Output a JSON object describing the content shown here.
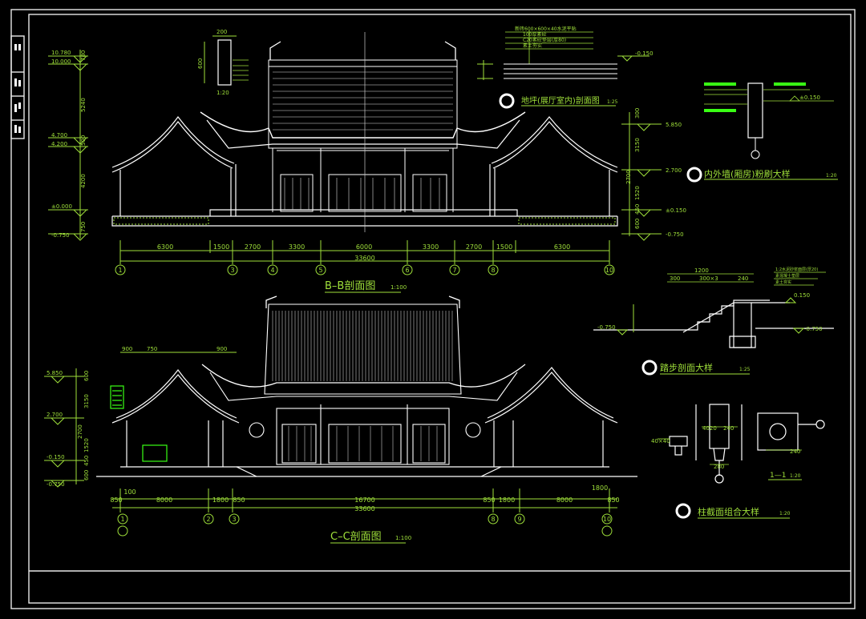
{
  "colors": {
    "background": "#000000",
    "frame": "#e8e8e8",
    "dimension": "#9fe03a",
    "bright_green": "#39ff14",
    "structure": "#ffffff"
  },
  "section_bb": {
    "title": "B–B剖面图",
    "scale": "1:100",
    "elevations_left": [
      "10.780",
      "10.000",
      "4.700",
      "4.200",
      "±0.000",
      "-0.750"
    ],
    "elevations_left_dims": [
      "780",
      "5240",
      "500",
      "4200",
      "750"
    ],
    "elevations_right": [
      "5.850",
      "2.700",
      "±0.150",
      "-0.750"
    ],
    "elevations_right_dims": [
      "300",
      "3150",
      "1520",
      "450",
      "600",
      "2700"
    ],
    "dims": [
      "6300",
      "1500",
      "2700",
      "3300",
      "6000",
      "3300",
      "2700",
      "1500",
      "6300"
    ],
    "total": "33600",
    "axes": [
      "1",
      "3",
      "4",
      "5",
      "6",
      "7",
      "8",
      "10"
    ],
    "detail_dims": [
      "200",
      "600",
      "1:20"
    ]
  },
  "section_cc": {
    "title": "C–C剖面图",
    "scale": "1:100",
    "elevations_left": [
      "5.850",
      "2.700",
      "-0.150",
      "-0.750"
    ],
    "elevations_left_dims": [
      "600",
      "3150",
      "2700",
      "1520",
      "450",
      "600"
    ],
    "dims": [
      "850",
      "8000",
      "1800",
      "850",
      "16700",
      "850",
      "1800",
      "8000",
      "850"
    ],
    "total": "33600",
    "top_dims": [
      "900",
      "750",
      "900"
    ],
    "axes": [
      "1",
      "2",
      "3",
      "8",
      "9",
      "10"
    ],
    "sub_dims": [
      "100",
      "1800"
    ]
  },
  "floor_detail": {
    "title": "地坪(展厅室内)剖面图",
    "scale": "1:25",
    "elevation": "-0.150",
    "layers": [
      "新砖600×600×40水泥平贴",
      "100厚素砼",
      "C20素砼垫层(厚80)",
      "素土夯实"
    ]
  },
  "wall_detail": {
    "title": "内外墙(厢房)粉刷大样",
    "scale": "1:20",
    "elevation": "±0.150"
  },
  "step_detail": {
    "title": "踏步剖面大样",
    "scale": "1:25",
    "dims": [
      "1200",
      "300",
      "300×3",
      "240"
    ],
    "levels": [
      "-0.750",
      "0.150",
      "-0.750"
    ],
    "notes": [
      "1:2水泥砂浆面层(厚20)",
      "素混凝土垫层",
      "素土夯实"
    ]
  },
  "column_detail": {
    "title": "柱截面组合大样",
    "scale": "1:20",
    "sub_label": "1—1",
    "sub_scale": "1:20",
    "dims": [
      "40×40",
      "4020",
      "240",
      "280",
      "240"
    ]
  }
}
